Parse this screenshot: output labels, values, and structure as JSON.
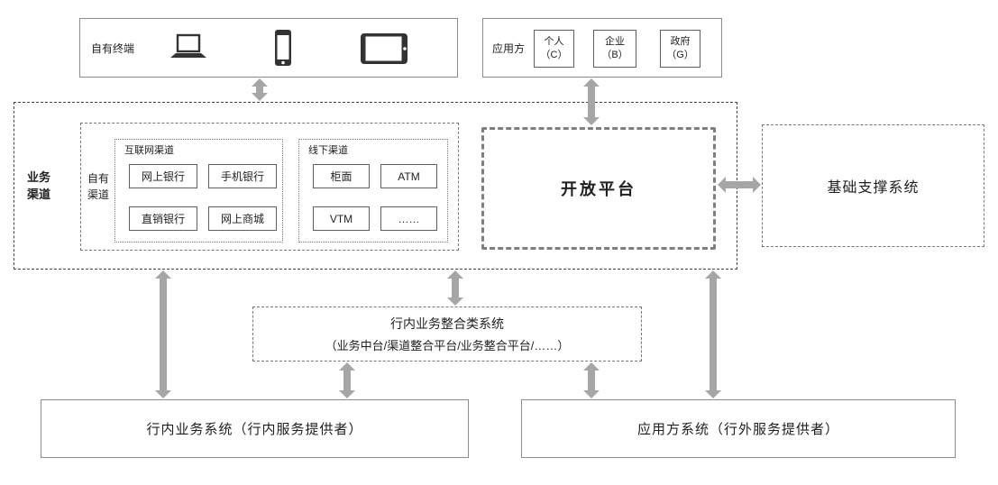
{
  "terminals": {
    "label": "自有终端",
    "icons": [
      "laptop-icon",
      "smartphone-icon",
      "tablet-icon"
    ]
  },
  "applicants": {
    "label": "应用方",
    "items": [
      {
        "line1": "个人",
        "line2": "（C）"
      },
      {
        "line1": "企业",
        "line2": "（B）"
      },
      {
        "line1": "政府",
        "line2": "（G）"
      }
    ]
  },
  "channels": {
    "label": "业务渠道",
    "own": {
      "label": "自有渠道",
      "internet": {
        "label": "互联网渠道",
        "items": [
          "网上银行",
          "手机银行",
          "直销银行",
          "网上商城"
        ]
      },
      "offline": {
        "label": "线下渠道",
        "items": [
          "柜面",
          "ATM",
          "VTM",
          "……"
        ]
      }
    },
    "open_platform": {
      "label": "开放平台"
    }
  },
  "support": {
    "label": "基础支撑系统"
  },
  "integration": {
    "title": "行内业务整合类系统",
    "subtitle": "（业务中台/渠道整合平台/业务整合平台/……）"
  },
  "internal_system": {
    "label": "行内业务系统（行内服务提供者）"
  },
  "external_system": {
    "label": "应用方系统（行外服务提供者）"
  },
  "colors": {
    "arrow": "#a6a6a6",
    "border_dark": "#444444",
    "border_gray": "#8c8c8c"
  }
}
